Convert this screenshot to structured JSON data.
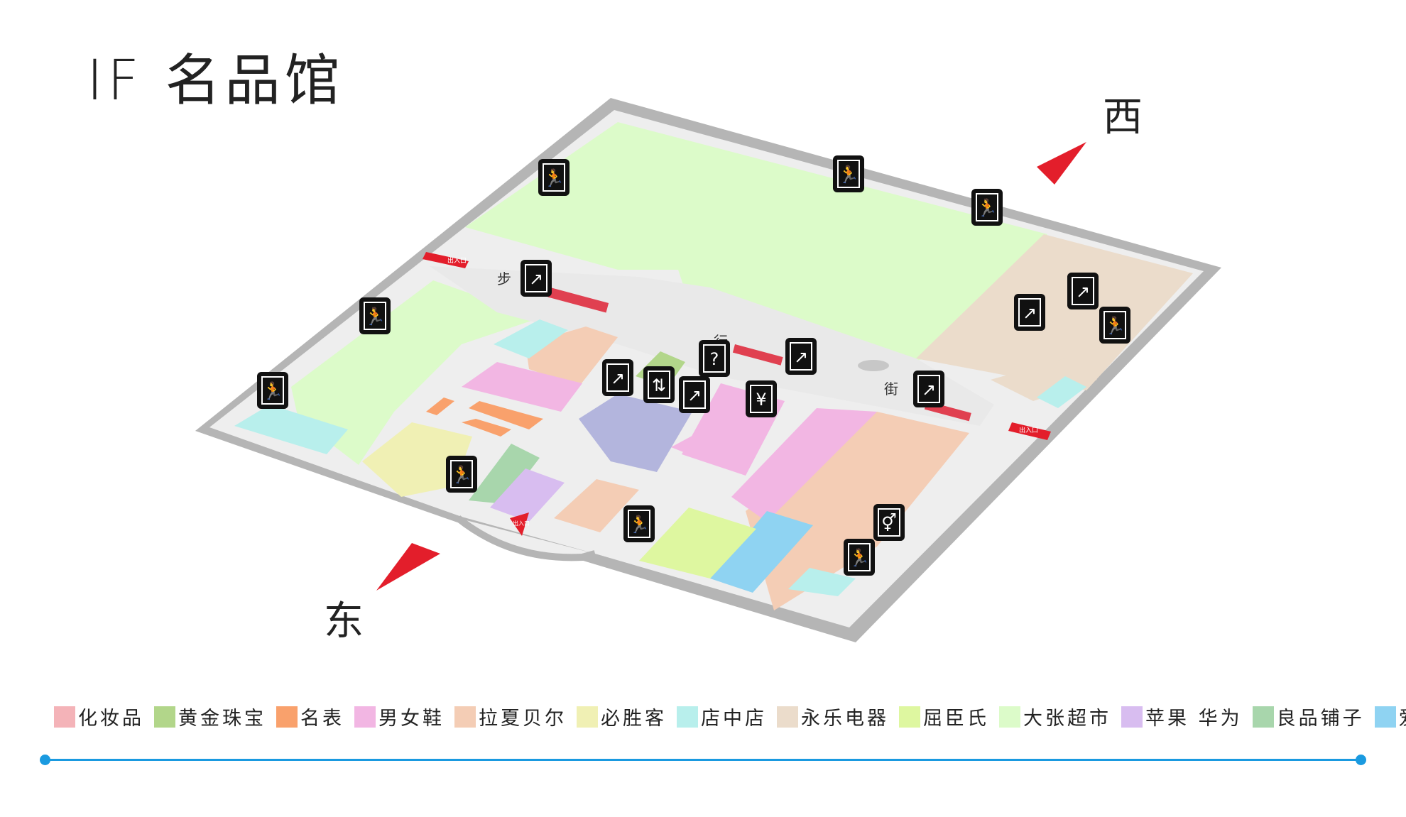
{
  "title": "IF 名品馆",
  "compass": {
    "west": "西",
    "east": "东"
  },
  "street": {
    "chars": [
      "步",
      "行",
      "街"
    ]
  },
  "entrance_labels": [
    "出入口",
    "出入口",
    "出入口"
  ],
  "legend": [
    {
      "label": "化妆品",
      "color": "#f4b3b8"
    },
    {
      "label": "黄金珠宝",
      "color": "#b2d68a"
    },
    {
      "label": "名表",
      "color": "#f9a16c"
    },
    {
      "label": "男女鞋",
      "color": "#f2b6e3"
    },
    {
      "label": "拉夏贝尔",
      "color": "#f4cdb5"
    },
    {
      "label": "必胜客",
      "color": "#f0f0b4"
    },
    {
      "label": "店中店",
      "color": "#b8efec"
    },
    {
      "label": "永乐电器",
      "color": "#ebdccb"
    },
    {
      "label": "屈臣氏",
      "color": "#def7a0"
    },
    {
      "label": "大张超市",
      "color": "#dcfbc9"
    },
    {
      "label": "苹果 华为",
      "color": "#d8bdf0"
    },
    {
      "label": "良品铺子",
      "color": "#a8d6ac"
    },
    {
      "label": "爱喜猫",
      "color": "#8fd3f2"
    }
  ],
  "icons": {
    "exit": "emergency-exit-icon",
    "escalator": "escalator-icon",
    "elevator": "elevator-icon",
    "service": "service-desk-icon",
    "atm": "atm-icon",
    "restroom": "restroom-icon"
  }
}
